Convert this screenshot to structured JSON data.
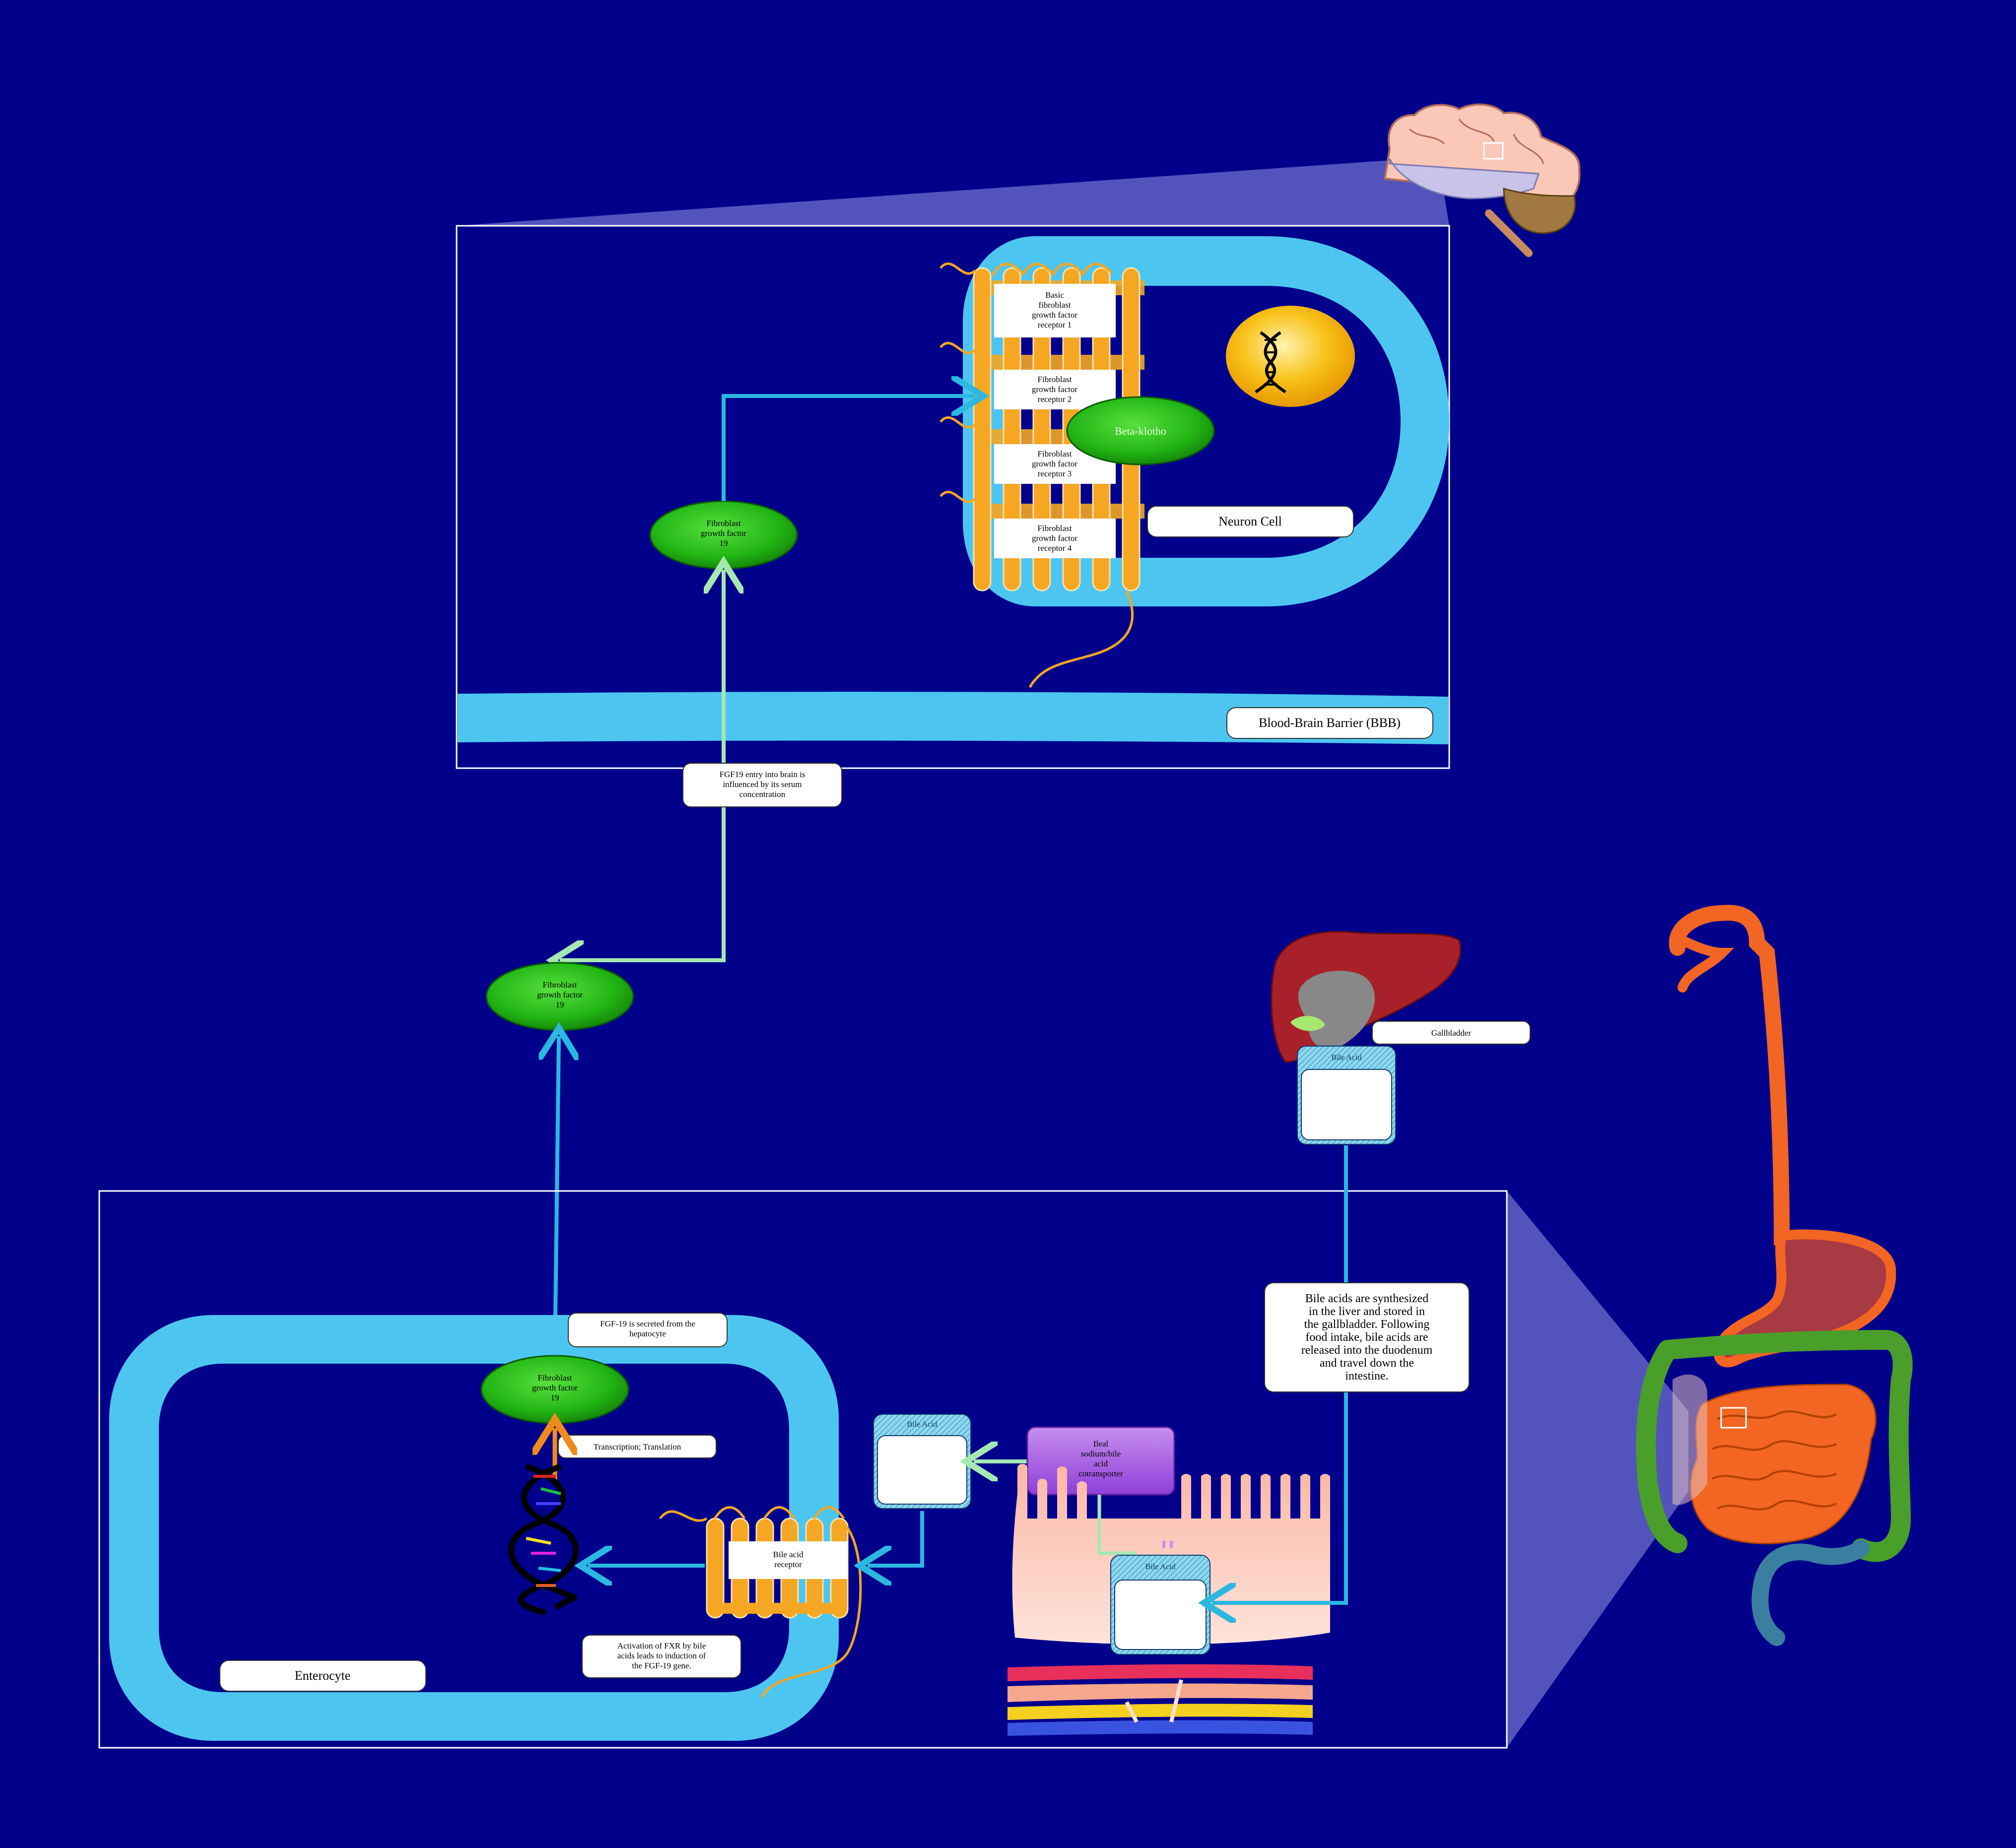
{
  "brain_panel": {
    "cell_label": "Neuron Cell",
    "bbb_label": "Blood-Brain Barrier (BBB)",
    "beta_klotho": "Beta-klotho",
    "fgf19": [
      "Fibroblast",
      "growth factor",
      "19"
    ],
    "receptors": [
      [
        "Basic",
        "fibroblast",
        "growth factor",
        "receptor 1"
      ],
      [
        "Fibroblast",
        "growth factor",
        "receptor 2"
      ],
      [
        "Fibroblast",
        "growth factor",
        "receptor 3"
      ],
      [
        "Fibroblast",
        "growth factor",
        "receptor 4"
      ]
    ]
  },
  "blood": {
    "fgf19": [
      "Fibroblast",
      "growth factor",
      "19"
    ],
    "entry_note": [
      "FGF19 entry into brain is",
      "influenced by its serum",
      "concentration"
    ]
  },
  "gut_panel": {
    "cell_label": "Enterocyte",
    "fgf19": [
      "Fibroblast",
      "growth factor",
      "19"
    ],
    "secreted_note": [
      "FGF-19 is secreted from the",
      "hepatocyte"
    ],
    "transcription_note": "Transcription; Translation",
    "fxr_note": [
      "Activation of FXR by bile",
      "acids leads to induction of",
      "the FGF-19 gene."
    ],
    "receptor": [
      "Bile acid",
      "receptor"
    ],
    "transporter": [
      "Ileal",
      "sodium/bile",
      "acid",
      "cotransporter"
    ],
    "bile_acid_box": "Bile Acid",
    "bile_acid_box_2": "Bile Acid",
    "bile_note": [
      "Bile acids are synthesized",
      "in the liver and stored in",
      "the gallbladder. Following",
      "food intake, bile acids are",
      "released into the duodenum",
      "and travel down the",
      "intestine."
    ]
  },
  "liver": {
    "gallbladder_label": "Gallbladder",
    "bile_acid_box": "Bile Acid"
  },
  "colors": {
    "background": "#00008b",
    "membrane": "#4cc6f0",
    "arrow": "#2bb8e0",
    "arrow_light": "#a6e8b2",
    "receptor": "#f5a623",
    "ellipse": "#33cc22",
    "nucleus": "#f5b400",
    "transporter": "#a95de0"
  }
}
